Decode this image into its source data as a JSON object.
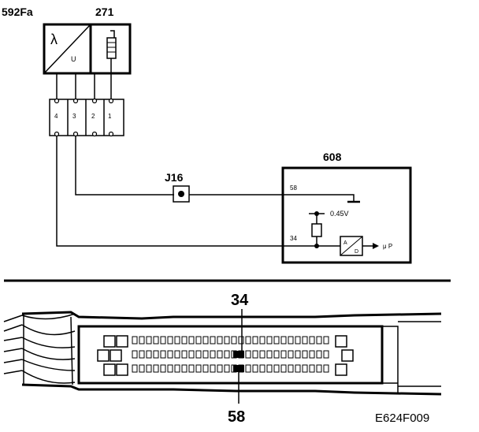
{
  "components": {
    "sensor_lambda": {
      "id": "592Fa",
      "symbol_top": "λ",
      "symbol_bottom": "U"
    },
    "heater": {
      "id": "271"
    },
    "connector_pins": [
      "4",
      "3",
      "2",
      "1"
    ],
    "junction": {
      "id": "J16"
    },
    "ecu": {
      "id": "608",
      "pin_ground": "58",
      "pin_signal": "34",
      "reference_voltage": "0.45V",
      "ad_top": "A",
      "ad_bottom": "D",
      "output": "μ P"
    }
  },
  "connector_view": {
    "callout_top": "34",
    "callout_bottom": "58"
  },
  "figure_code": "E624F009"
}
